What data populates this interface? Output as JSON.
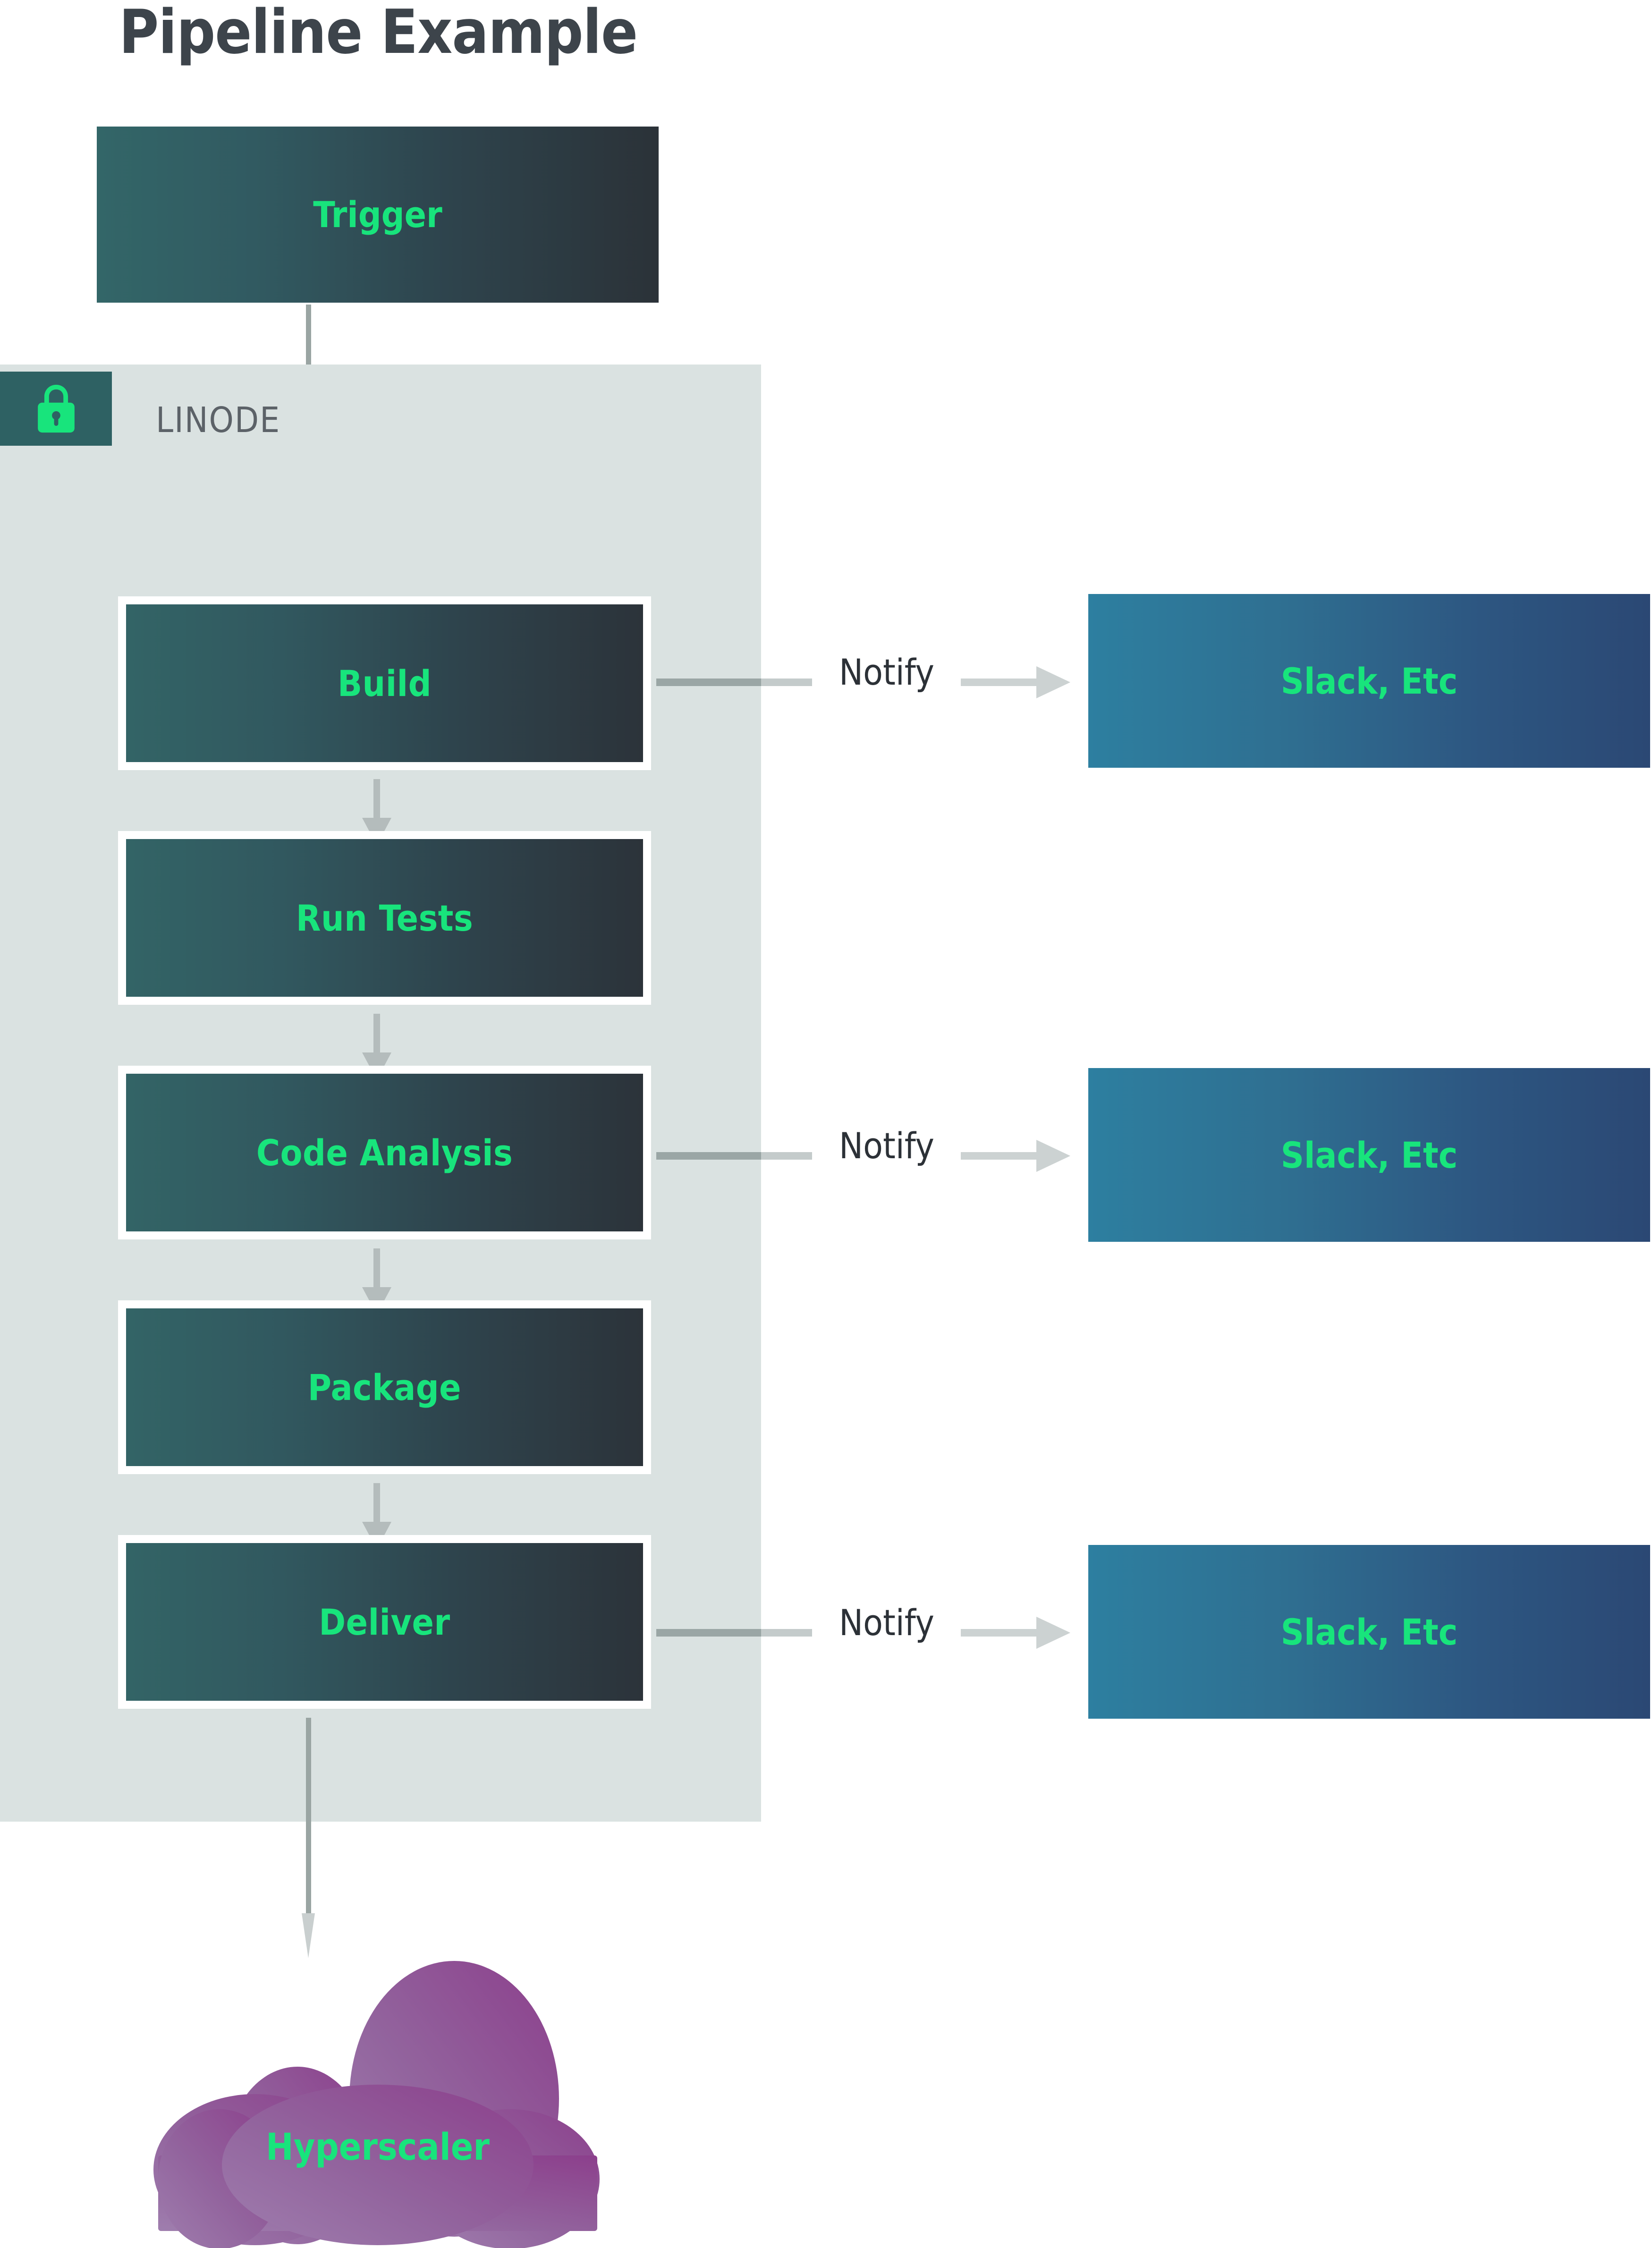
{
  "title": "Pipeline Example",
  "colors": {
    "accent_green": "#18e47c",
    "panel_bg": "#dae2e1",
    "badge_bg": "#2e6163",
    "title_text": "#3d444b",
    "label_text": "#5c6268",
    "connector": "#b4bcbc",
    "stage_gradient_from": "#336466",
    "stage_gradient_to": "#2c333a",
    "notify_gradient_from": "#2d7fa0",
    "notify_gradient_to": "#2b4874",
    "cloud_gradient_from": "#9a76a8",
    "cloud_gradient_to": "#8e3d8d"
  },
  "trigger": {
    "label": "Trigger"
  },
  "linode": {
    "label": "LINODE",
    "icon": "lock-icon"
  },
  "stages": [
    {
      "label": "Build"
    },
    {
      "label": "Run Tests"
    },
    {
      "label": "Code Analysis"
    },
    {
      "label": "Package"
    },
    {
      "label": "Deliver"
    }
  ],
  "notifications": [
    {
      "edge_label": "Notify",
      "target_label": "Slack, Etc"
    },
    {
      "edge_label": "Notify",
      "target_label": "Slack, Etc"
    },
    {
      "edge_label": "Notify",
      "target_label": "Slack, Etc"
    }
  ],
  "cloud": {
    "label": "Hyperscaler"
  }
}
